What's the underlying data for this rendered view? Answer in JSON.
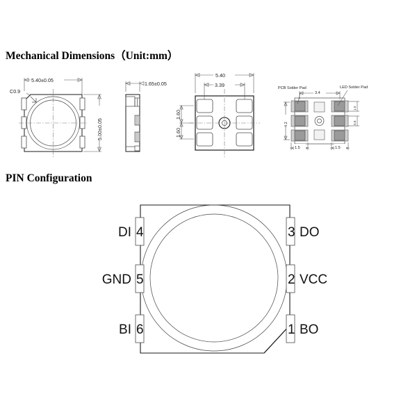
{
  "document": {
    "sections": [
      {
        "id": "mechanical",
        "title": "Mechanical Dimensions（Unit:mm）"
      },
      {
        "id": "pin",
        "title": "PIN Configuration"
      }
    ]
  },
  "mechanical": {
    "top_view": {
      "name": "top-view",
      "width_dim": "5.40±0.05",
      "height_dim": "5.00±0.05",
      "chamfer_label": "C0.9"
    },
    "side_view": {
      "name": "side-view",
      "thickness_dim": "1.65±0.05"
    },
    "bottom_view": {
      "name": "bottom-view",
      "overall_dim": "5.40",
      "pad_span_dim": "3.39",
      "pitch_dim_1": "1.60",
      "pitch_dim_2": "1.60"
    },
    "footprint_view": {
      "name": "solder-pad-footprint",
      "label_pcb": "PCB Solder Pad",
      "label_led": "LED Solder Pad",
      "width_dim": "3.4",
      "height_dim": "4.2",
      "pad_width_left": "1.5",
      "pad_width_right": "1.5",
      "pad_h_top": "1.0",
      "pad_h_mid": "0.8"
    }
  },
  "pin_configuration": {
    "package_note_chamfer": "pin1-chamfer",
    "left_pins": [
      {
        "number": "4",
        "name": "DI"
      },
      {
        "number": "5",
        "name": "GND"
      },
      {
        "number": "6",
        "name": "BI"
      }
    ],
    "right_pins": [
      {
        "number": "3",
        "name": "DO"
      },
      {
        "number": "2",
        "name": "VCC"
      },
      {
        "number": "1",
        "name": "BO"
      }
    ]
  },
  "colors": {
    "line": "#1a1a1a",
    "dim_line": "#555555",
    "pad_fill": "#ffffff",
    "pcb_pad": "#cfcfcf",
    "led_pad": "#9a9a9a",
    "background": "#ffffff"
  }
}
